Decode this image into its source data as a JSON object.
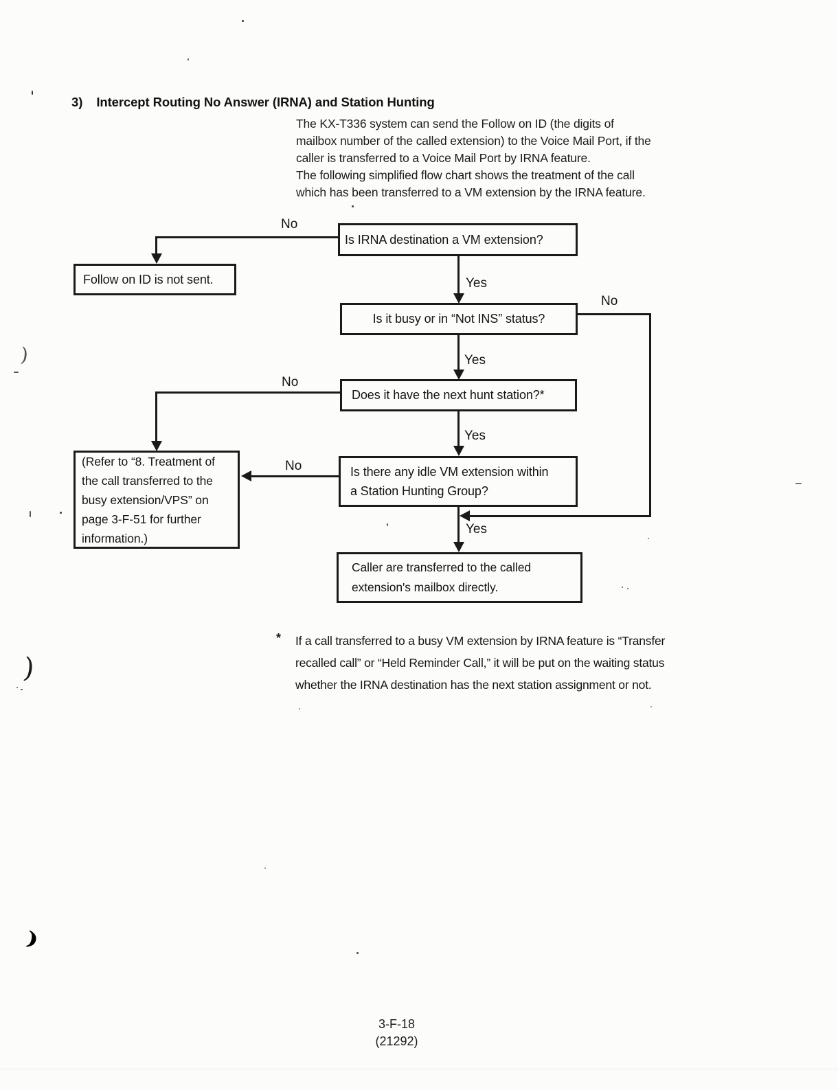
{
  "header": {
    "number": "3)",
    "title": "Intercept Routing No Answer (IRNA) and Station Hunting"
  },
  "intro": {
    "lines": [
      "The KX-T336 system can send the Follow on ID (the digits of",
      "mailbox number of the called extension) to the Voice Mail Port, if the",
      "caller is transferred to a Voice Mail Port by IRNA feature.",
      "The following simplified flow chart shows the treatment of the call",
      "which has been transferred to a VM extension by the IRNA feature."
    ]
  },
  "flowchart": {
    "q1": {
      "text": "Is IRNA destination a VM extension?"
    },
    "follow_id": {
      "text": "Follow on ID is not sent."
    },
    "q2": {
      "text": "Is it busy or in “Not INS” status?"
    },
    "q3": {
      "text": "Does it have the next hunt station?*"
    },
    "q4": {
      "lines": [
        "Is there any idle VM extension within",
        "a Station Hunting Group?"
      ]
    },
    "refer": {
      "lines": [
        "(Refer to “8. Treatment of",
        "the call transferred to the",
        "busy extension/VPS” on",
        "page 3-F-51 for further",
        "information.)"
      ]
    },
    "result": {
      "lines": [
        "Caller are transferred to the called",
        "extension's mailbox directly."
      ]
    },
    "labels": {
      "no_q1": "No",
      "yes_q1": "Yes",
      "no_q2": "No",
      "yes_q2": "Yes",
      "no_q3": "No",
      "yes_q3": "Yes",
      "no_q4": "No",
      "yes_q4": "Yes"
    }
  },
  "footnote": {
    "marker": "*",
    "lines": [
      "If a call transferred to a busy VM extension by IRNA feature is “Transfer",
      "recalled call” or “Held Reminder Call,” it will be put on the waiting status",
      "whether the IRNA destination has the next station assignment or not."
    ]
  },
  "footer": {
    "page_number": "3-F-18",
    "doc_code": "(21292)"
  }
}
